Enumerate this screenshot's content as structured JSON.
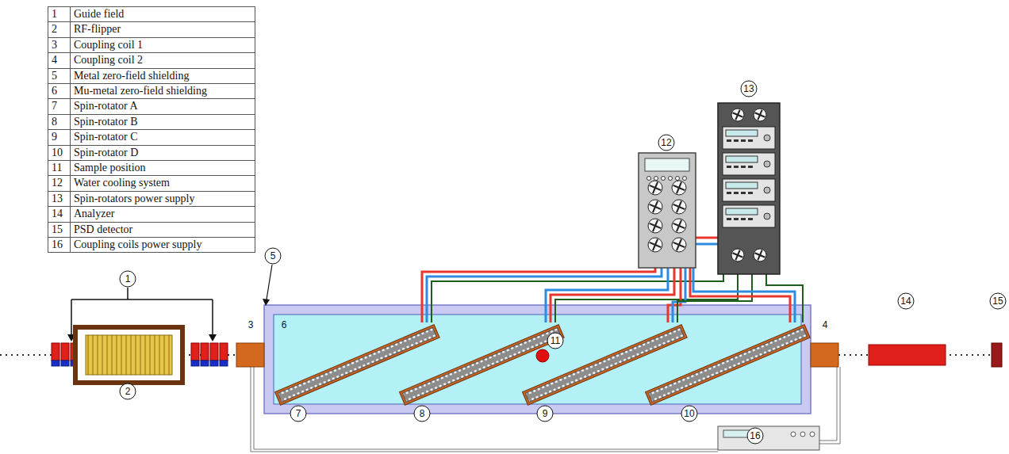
{
  "diagram": {
    "labels": [
      "1",
      "Guide field",
      "2",
      "RF-flipper",
      "3",
      "Coupling coil 1",
      "4",
      "Coupling coil 2",
      "5",
      "Metal zero-field shielding",
      "6",
      "Mu-metal zero-field shielding",
      "7",
      "Spin-rotator A",
      "8",
      "Spin-rotator B",
      "9",
      "Spin-rotator C",
      "10",
      "Spin-rotator D",
      "11",
      "Sample position",
      "12",
      "Water cooling system",
      "13",
      "Spin-rotators power supply",
      "14",
      "Analyzer",
      "15",
      "PSD detector",
      "16",
      "Coupling coils power supply",
      "1",
      "2",
      "3",
      "4",
      "5",
      "6",
      "7",
      "8",
      "9",
      "10",
      "11",
      "12",
      "13",
      "14",
      "15",
      "16"
    ]
  }
}
